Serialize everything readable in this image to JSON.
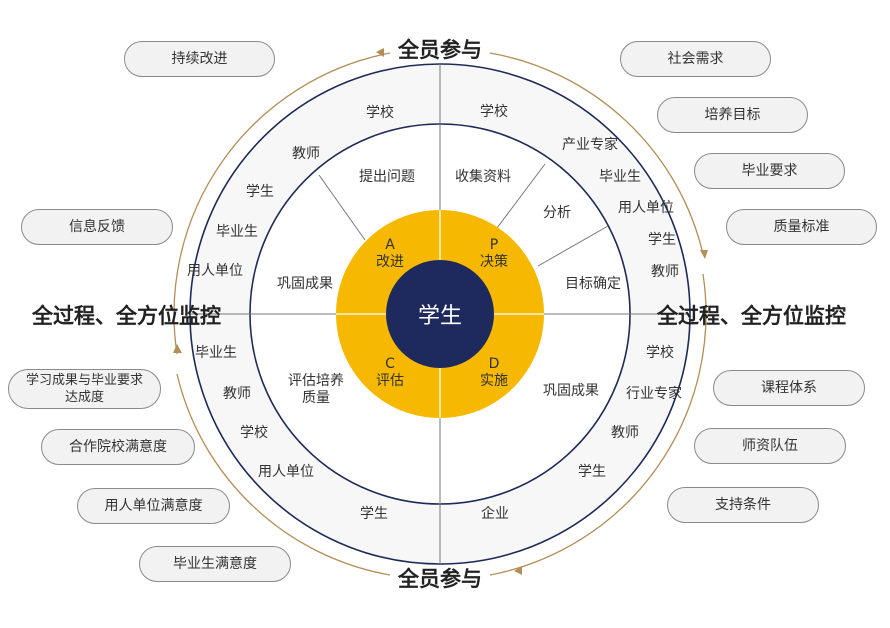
{
  "top_title": "全员参与",
  "bottom_title": "全员参与",
  "left_title": "全过程、全方位监控",
  "right_title": "全过程、全方位监控",
  "center": "学生",
  "pdca": {
    "a_letter": "A",
    "a_label": "改进",
    "p_letter": "P",
    "p_label": "决策",
    "c_letter": "C",
    "c_label": "评估",
    "d_letter": "D",
    "d_label": "实施"
  },
  "middle_ring": {
    "tl": "提出问题",
    "tr": "收集资料",
    "analysis": "分析",
    "goal": "目标确定",
    "consolidate_left": "巩固成果",
    "eval_line1": "评估培养",
    "eval_line2": "质量",
    "consolidate_right": "巩固成果"
  },
  "outer_ring": {
    "top_left": [
      "学校",
      "教师",
      "学生",
      "毕业生",
      "用人单位"
    ],
    "top_right": [
      "学校",
      "产业专家",
      "毕业生",
      "用人单位",
      "学生",
      "教师"
    ],
    "bottom_left": [
      "毕业生",
      "教师",
      "学校",
      "用人单位",
      "学生"
    ],
    "bottom_right": [
      "学校",
      "行业专家",
      "教师",
      "学生",
      "企业"
    ]
  },
  "left_pills": [
    "持续改进",
    "信息反馈",
    "学习成果与毕业要求达成度",
    "合作院校满意度",
    "用人单位满意度",
    "毕业生满意度"
  ],
  "right_pills": [
    "社会需求",
    "培养目标",
    "毕业要求",
    "质量标准",
    "课程体系",
    "师资队伍",
    "支持条件"
  ],
  "colors": {
    "center_fill": "#1e2a5e",
    "pdca_ring": "#f6b800",
    "arc": "#b38e57",
    "ring_line": "#1f2a57",
    "pill_border": "#8a8a8a",
    "pill_fill": "#f2f2f2"
  }
}
